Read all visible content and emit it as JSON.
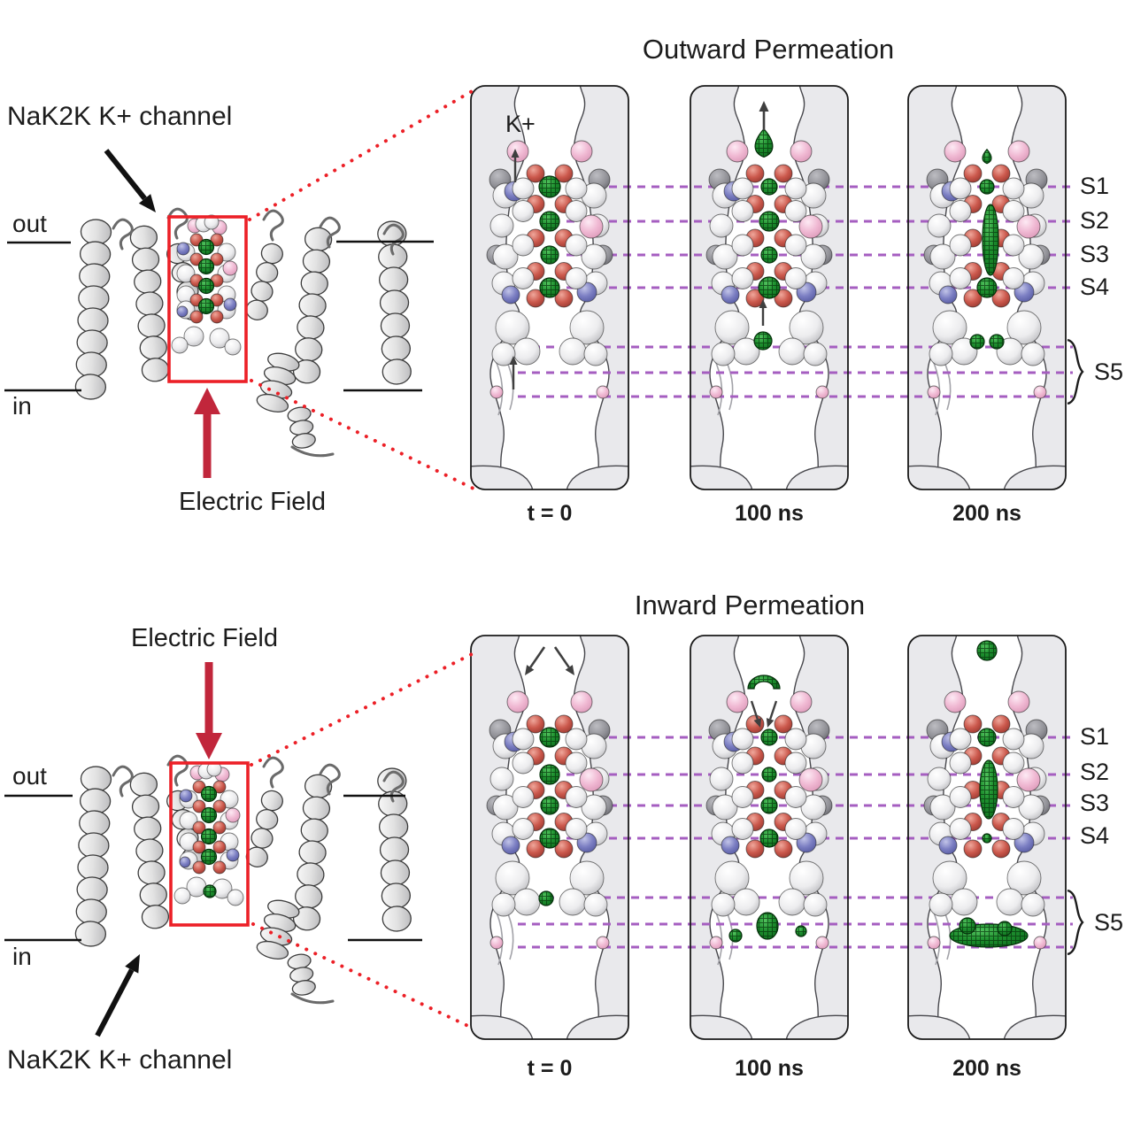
{
  "colors": {
    "accent_red": "#ec2027",
    "field_arrow_red": "#c1263b",
    "dashed_purple": "#a55ec0",
    "ion_green_dark": "#0d6b1d",
    "ion_green_mid": "#1d8f2e",
    "ion_green_light": "#53c45f",
    "surface_gray": "#e9e9ec",
    "surface_stroke": "#47474c",
    "text": "#1c1c1c"
  },
  "sections": [
    {
      "id": "outward",
      "title": "Outward Permeation",
      "channel_label": "NaK2K K+ channel",
      "field_label": "Electric Field",
      "membrane_out": "out",
      "membrane_in": "in",
      "ion_tag": "K+",
      "site_labels": [
        "S1",
        "S2",
        "S3",
        "S4",
        "S5"
      ],
      "panels": [
        {
          "time": "t = 0",
          "filter_ions": [
            "S1",
            "S2",
            "S3",
            "S4"
          ],
          "features": [
            "K+ exiting arrow up",
            "ion entering cavity arrow up"
          ]
        },
        {
          "time": "100 ns",
          "filter_ions": [
            "S1",
            "S2",
            "S3",
            "S4"
          ],
          "features": [
            "K+ density leaving top with up arrow",
            "K+ density in cavity moving up"
          ]
        },
        {
          "time": "200 ns",
          "filter_ions": [
            "S1",
            "S2-S3",
            "S4"
          ],
          "features": [
            "released ion above filter",
            "K+ density at S5"
          ]
        }
      ]
    },
    {
      "id": "inward",
      "title": "Inward Permeation",
      "channel_label": "NaK2K K+ channel",
      "field_label": "Electric Field",
      "membrane_out": "out",
      "membrane_in": "in",
      "ion_tag": "",
      "site_labels": [
        "S1",
        "S2",
        "S3",
        "S4",
        "S5"
      ],
      "panels": [
        {
          "time": "t = 0",
          "filter_ions": [
            "S1",
            "S2",
            "S3",
            "S4"
          ],
          "features": [
            "ions entering from top arrows down",
            "K+ ion in cavity"
          ]
        },
        {
          "time": "100 ns",
          "filter_ions": [
            "S1",
            "S2",
            "S3",
            "S4"
          ],
          "features": [
            "K+ density entering top with arrows down",
            "K+ densities at S5"
          ]
        },
        {
          "time": "200 ns",
          "filter_ions": [
            "S1",
            "S2-S3",
            "S4"
          ],
          "features": [
            "ion above channel",
            "K+ density spread across S5"
          ]
        }
      ]
    }
  ]
}
